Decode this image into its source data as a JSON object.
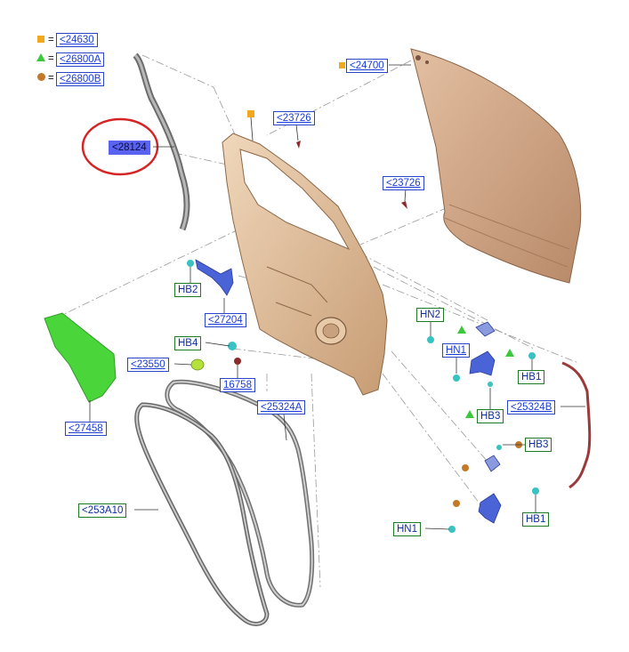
{
  "legend": [
    {
      "symbol": "square",
      "color": "#f0a81c",
      "eq": "=",
      "code": "<24630"
    },
    {
      "symbol": "triangle",
      "color": "#3cc83c",
      "eq": "=",
      "code": "<26800A"
    },
    {
      "symbol": "circle",
      "color": "#c27a2a",
      "eq": "=",
      "code": "<26800B"
    }
  ],
  "labels": {
    "l28124": "<28124",
    "l24700": "<24700",
    "l23726a": "<23726",
    "l23726b": "<23726",
    "lHB2": "HB2",
    "l27204": "<27204",
    "lHB4": "HB4",
    "l23550": "<23550",
    "l16758": "16758",
    "l27458": "<27458",
    "l25324A": "<25324A",
    "l253A10": "<253A10",
    "lHN2": "HN2",
    "lHN1a": "HN1",
    "lHB1a": "HB1",
    "lHB3a": "HB3",
    "l25324B": "<25324B",
    "lHB3b": "HB3",
    "lHB1b": "HB1",
    "lHN1b": "HN1"
  },
  "colors": {
    "label_blue": "#2a45c8",
    "label_green": "#1f7a25",
    "highlight": "#5a63f0",
    "callout_circle": "#d42424",
    "door_panel": "#d9b48e",
    "outer_skin": "#c99d7d",
    "shield": "#4ad63a",
    "seal": "#7a7a7a",
    "wire": "#9b3a3a",
    "hinge": "#4a64d8",
    "bolt": "#38c2c2"
  }
}
